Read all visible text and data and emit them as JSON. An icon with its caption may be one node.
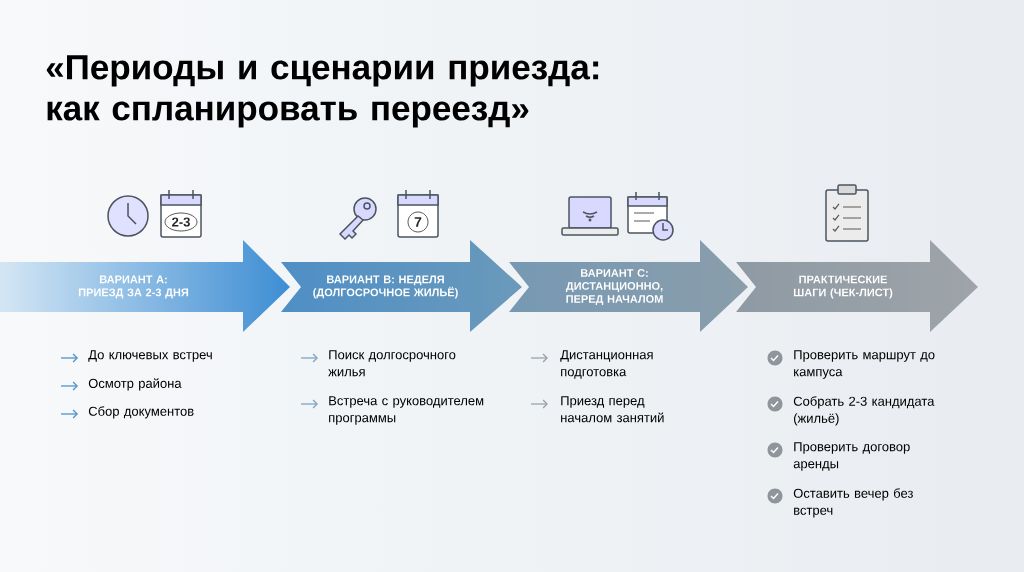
{
  "diagram": {
    "title": "«Периоды и сценарии приезда: как спланировать переезд»",
    "nodes": [
      {
        "text": [
          "ВАРИАНТ A: ПРИЕЗД ЗА 2-3 ДНЯ"
        ],
        "beside": [
          "До ключевых встреч",
          "Осмотр района",
          "Сбор документов"
        ]
      },
      {
        "text": [
          "ВАРИАНТ B: НЕДЕЛЯ (ДОЛГОСРОЧНОЕ ЖИЛЬЁ)"
        ],
        "beside": [
          "Поиск долгосрочного жилья",
          "Встреча с руководителем программы"
        ]
      },
      {
        "text": [
          "ВАРИАНТ C: ДИСТАНЦИОННО, ПЕРЕД НАЧАЛОМ"
        ],
        "beside": [
          "Дистанционная подготовка",
          "Приезд перед началом занятий"
        ]
      },
      {
        "text": [
          "ПРАКТИЧЕСКИЕ ШАГИ (ЧЕК-ЛИСТ)"
        ],
        "beside": [
          "Проверить маршрут до кампуса",
          "Собрать 2-3 кандидата (жильё)",
          "Проверить договор аренды",
          "Оставить вечер без встреч"
        ]
      }
    ],
    "labels": [
      "2-3",
      "7"
    ]
  }
}
